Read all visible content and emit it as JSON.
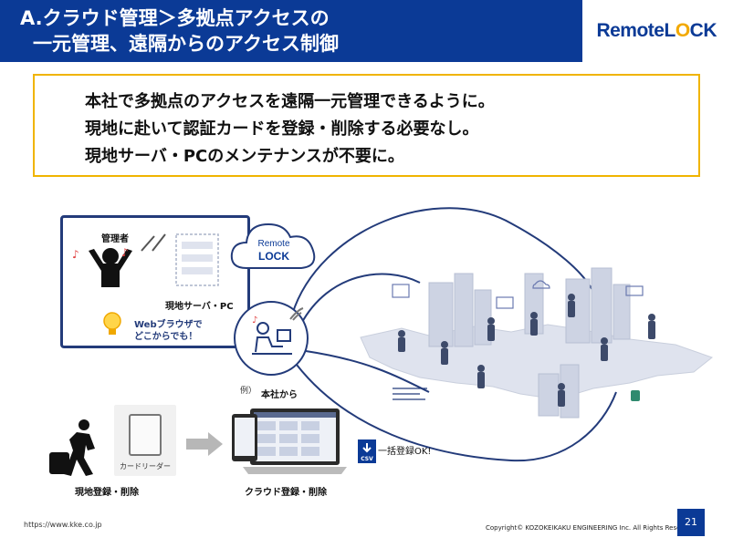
{
  "header": {
    "title_line1": "A.クラウド管理＞多拠点アクセスの",
    "title_line2": "一元管理、遠隔からのアクセス制御"
  },
  "logo": {
    "prefix": "Remote",
    "l": "L",
    "o": "O",
    "suffix": "CK"
  },
  "callout": {
    "lines": [
      "本社で多拠点のアクセスを遠隔一元管理できるように。",
      "現地に赴いて認証カードを登録・削除する必要なし。",
      "現地サーバ・PCのメンテナンスが不要に。"
    ]
  },
  "diagram": {
    "admin_label": "管理者",
    "server_label": "現地サーバ・PC",
    "browser_line1": "Webブラウザで",
    "browser_line2": "どこからでも！",
    "cloud_line1": "Remote",
    "cloud_line2": "LOCK",
    "example_label": "例）",
    "hq_label": "本社から",
    "card_reader_label": "カードリーダー",
    "onsite_label": "現地登録・削除",
    "cloud_reg_label": "クラウド登録・削除",
    "bulk_label": "一括登録OK!",
    "csv_label": "CSV"
  },
  "footer": {
    "url": "https://www.kke.co.jp",
    "copyright": "Copyright© KOZOKEIKAKU ENGINEERING Inc. All Rights Reserved.",
    "page": "21"
  },
  "colors": {
    "brand": "#0b3a96",
    "accent": "#f0b400"
  }
}
